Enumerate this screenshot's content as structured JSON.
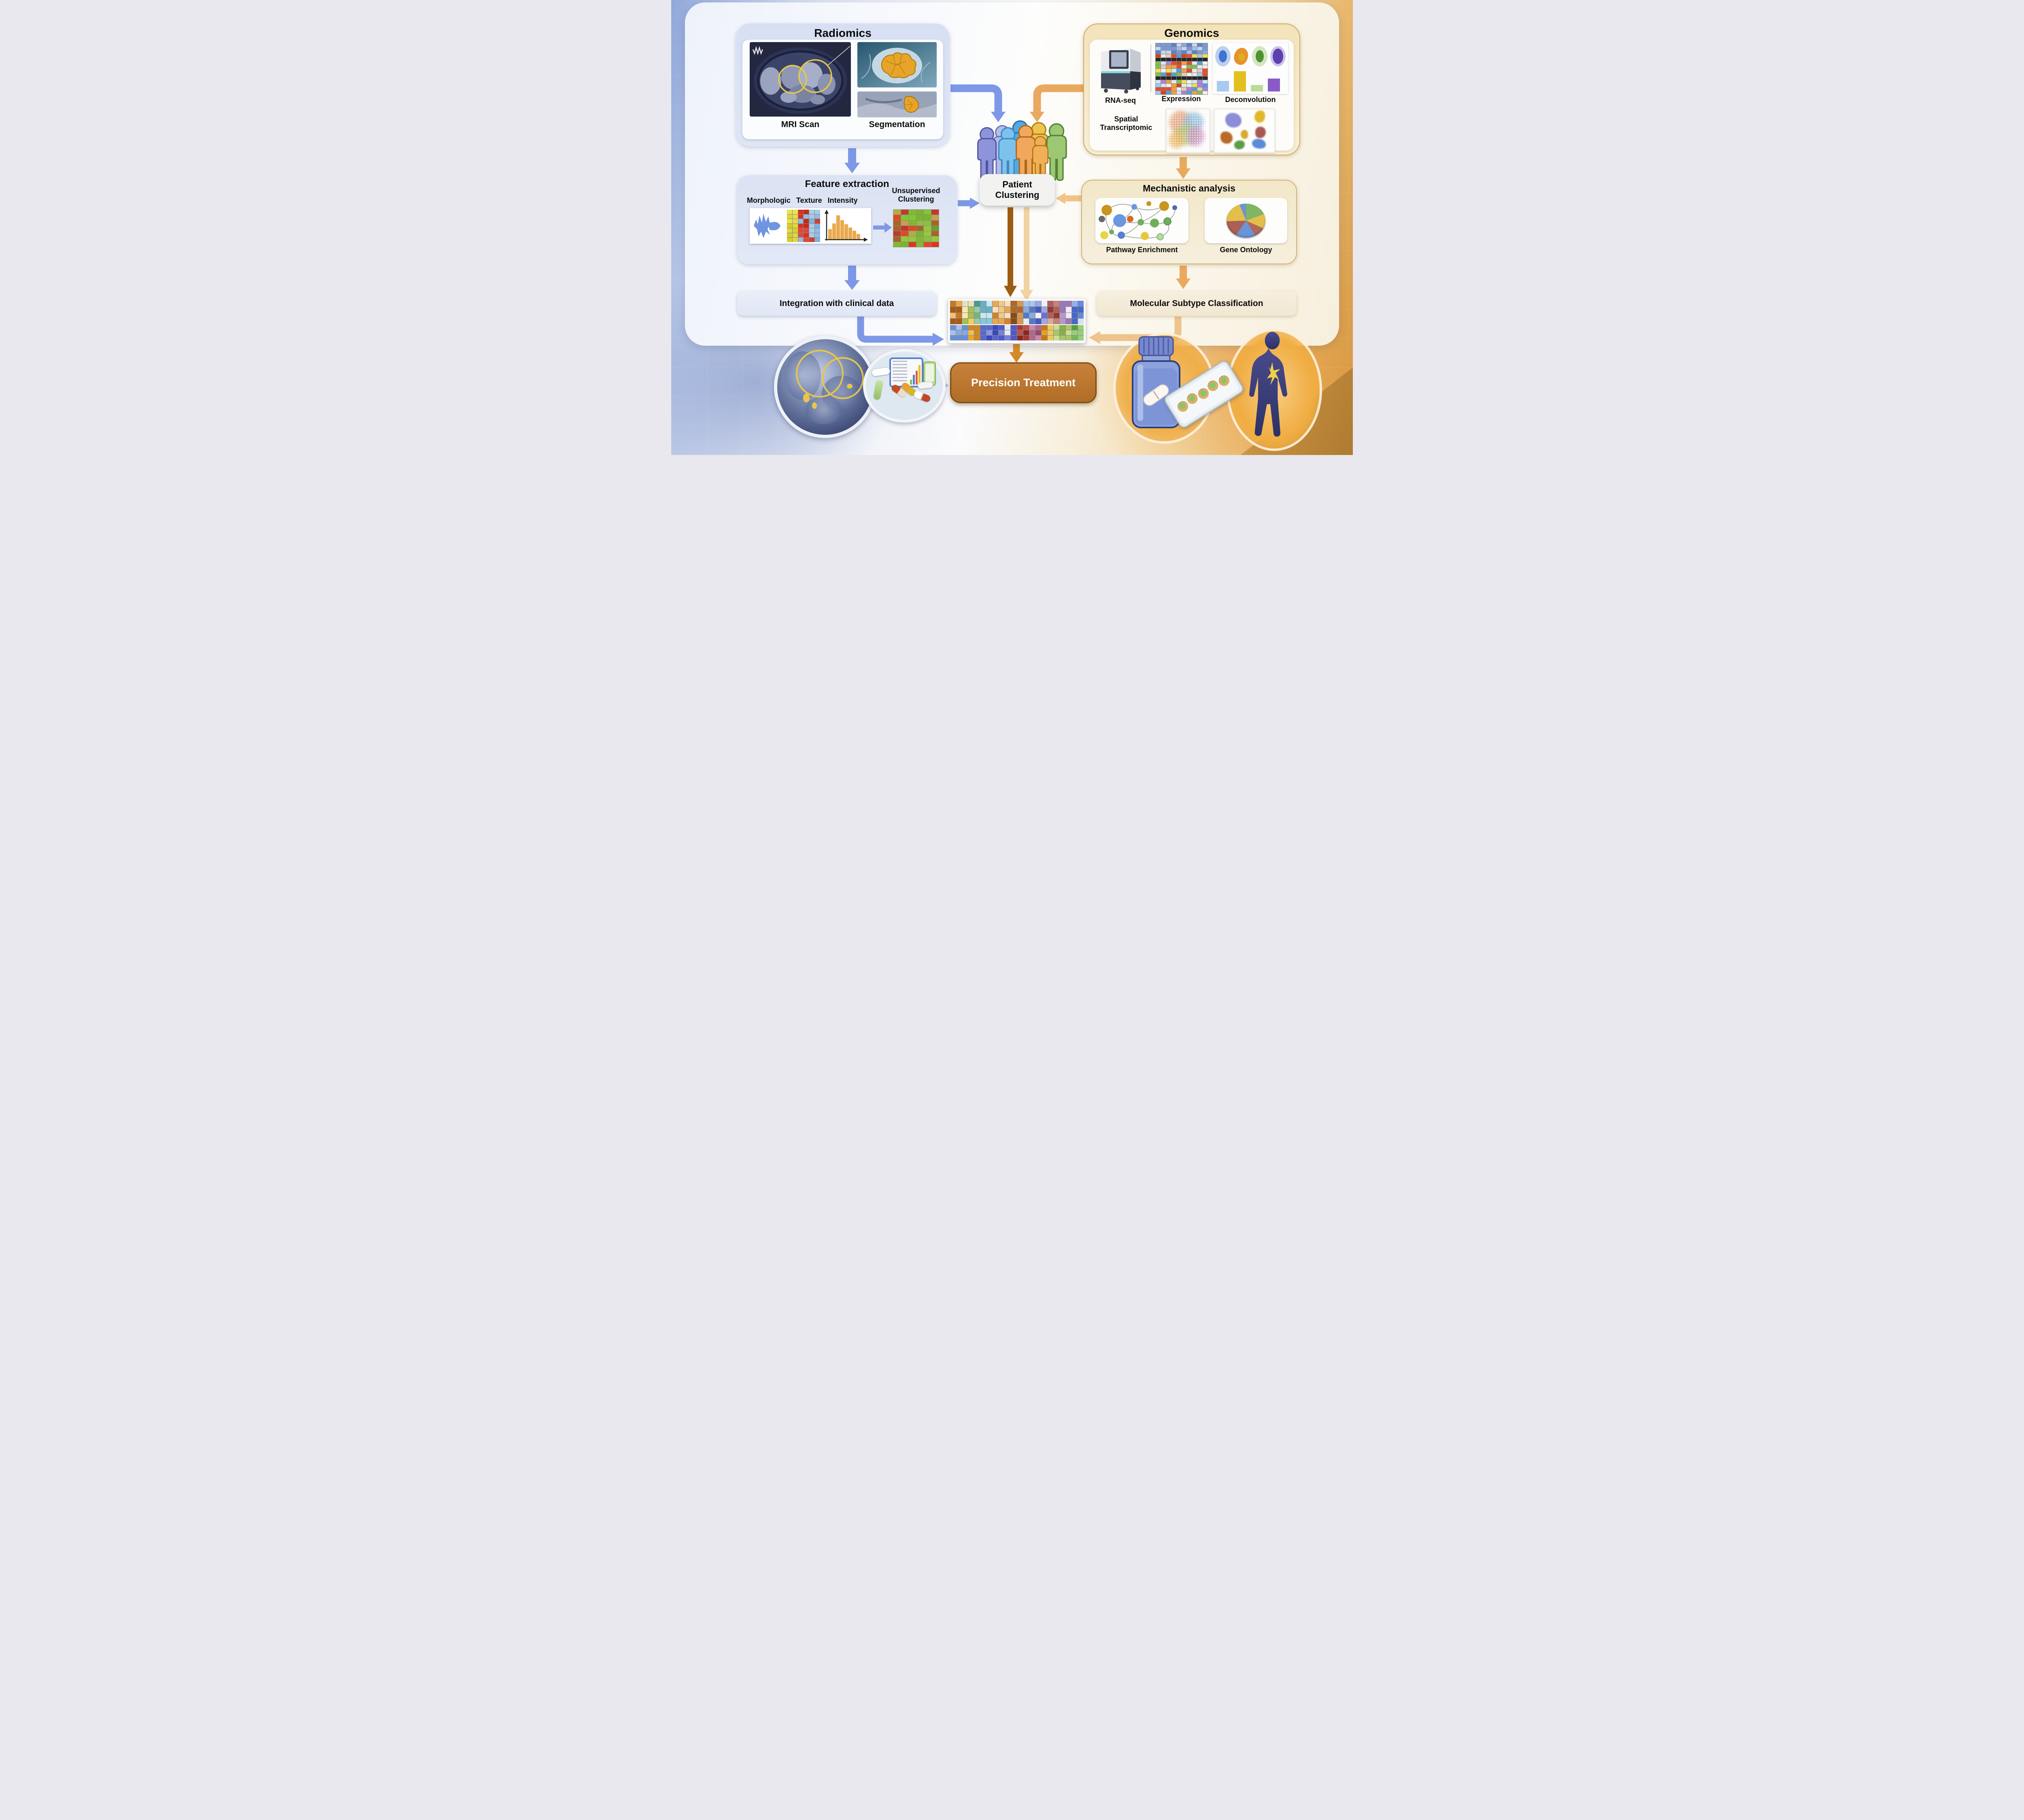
{
  "radiomics": {
    "title": "Radiomics",
    "mri_label": "MRI Scan",
    "segmentation_label": "Segmentation"
  },
  "feature_extraction": {
    "title": "Feature extraction",
    "labels": [
      "Morphologic",
      "Texture",
      "Intensity"
    ],
    "unsupervised_label": "Unsupervised Clustering"
  },
  "integration_label": "Integration with clinical data",
  "patient_clustering_label": "Patient Clustering",
  "genomics": {
    "title": "Genomics",
    "rna_seq_label": "RNA-seq",
    "expression_label": "Expression",
    "deconvolution_label": "Deconvolution",
    "spatial_label": "Spatial Transcriptomic"
  },
  "mechanistic": {
    "title": "Mechanistic analysis",
    "pathway_label": "Pathway Enrichment",
    "gene_ontology_label": "Gene Ontology"
  },
  "molecular_label": "Molecular Subtype Classification",
  "precision_label": "Precision Treatment",
  "colors": {
    "radiomics_arrow": "#7d98e6",
    "genomics_arrow": "#e9a95f",
    "genomics_arrow_light": "#f2c388",
    "center_dark_arrow": "#9c5c12",
    "center_light_arrow": "#f2d2a0",
    "precision_bg": "#bf7730",
    "radiomics_panel": "#dbe3f4",
    "genomics_panel": "#f3e8c8"
  },
  "mosaics": {
    "unsupervised": {
      "rows": 7,
      "cols": 6,
      "seed": 7,
      "palette": [
        "#7ec832",
        "#96c83c",
        "#b0b040",
        "#d83820",
        "#e04828",
        "#a86428",
        "#c8a050",
        "#84b82e",
        "#6a9e28",
        "#8cc040",
        "#c0392b",
        "#7ab430"
      ]
    },
    "texture": {
      "rows": 7,
      "cols": 6,
      "seed": 21,
      "regions": [
        {
          "to": 2,
          "palette": [
            "#e8e44e",
            "#e0d83a",
            "#d8cc30",
            "#ecd84a"
          ]
        },
        {
          "to": 4,
          "palette": [
            "#d83020",
            "#c82818",
            "#e04838",
            "#90bce8"
          ]
        },
        {
          "to": 6,
          "palette": [
            "#90bce8",
            "#a8cce8",
            "#d04030",
            "#80b0e0"
          ]
        }
      ],
      "palette": [
        "#e8e44e"
      ]
    },
    "expression": {
      "rows": 14,
      "cols": 10,
      "seed": 11,
      "headerRows": 3,
      "headerPalette": [
        "#5a82c8",
        "#7a9ad8",
        "#a8bce8",
        "#c8d4f0",
        "#8aa8e0"
      ],
      "darkRows": [
        4,
        9
      ],
      "palette": [
        "#e84a30",
        "#f0a040",
        "#f0e050",
        "#80c050",
        "#50a0d8",
        "#b080d8",
        "#f0f0f0",
        "#d0e8f8",
        "#e8e8e8",
        "#c84820",
        "#a0c8f0",
        "#e8c8b8"
      ]
    },
    "heatmap_top": {
      "rows": 4,
      "cols": 22,
      "seed": 3,
      "regions": [
        {
          "to": 2,
          "palette": [
            "#c87820",
            "#a85a18",
            "#e8a84a",
            "#f0c070"
          ]
        },
        {
          "to": 4,
          "palette": [
            "#f0d060",
            "#f8e8b0",
            "#a8c050",
            "#e8e0c0"
          ]
        },
        {
          "to": 5,
          "palette": [
            "#78b478",
            "#4a9a8a",
            "#98c8b0"
          ]
        },
        {
          "to": 7,
          "palette": [
            "#58a8b8",
            "#88c8d8",
            "#c8e8f0",
            "#68b0c8"
          ]
        },
        {
          "to": 10,
          "palette": [
            "#f0c888",
            "#e8a850",
            "#d08428",
            "#f8e0b8"
          ]
        },
        {
          "to": 12,
          "palette": [
            "#b06828",
            "#8a4a14",
            "#d89850"
          ]
        },
        {
          "to": 14,
          "palette": [
            "#88aade",
            "#5578c8",
            "#aac4ec",
            "#e8ecf8"
          ]
        },
        {
          "to": 16,
          "palette": [
            "#4858c0",
            "#6870d8",
            "#9aa8e8",
            "#f0f0f8"
          ]
        },
        {
          "to": 18,
          "palette": [
            "#b06058",
            "#c88078",
            "#983830",
            "#d8a8a0"
          ]
        },
        {
          "to": 20,
          "palette": [
            "#b898c8",
            "#9878b8",
            "#d8c8e8",
            "#f0e8f8"
          ]
        },
        {
          "to": 22,
          "palette": [
            "#6888d8",
            "#4868c8",
            "#98b0e8",
            "#d8e0f4"
          ]
        }
      ],
      "palette": [
        "#cccccc"
      ]
    },
    "heatmap_bottom": {
      "rows": 3,
      "cols": 22,
      "seed": 5,
      "regions": [
        {
          "to": 3,
          "palette": [
            "#6890d8",
            "#88a8e0",
            "#a8c0ec"
          ]
        },
        {
          "to": 5,
          "palette": [
            "#e8a830",
            "#f0c050",
            "#d08820"
          ]
        },
        {
          "to": 8,
          "palette": [
            "#3848c0",
            "#5868d0",
            "#8898e0",
            "#c8d0f0"
          ]
        },
        {
          "to": 11,
          "palette": [
            "#5058c8",
            "#7880d8",
            "#b0b8ec",
            "#e8e8f8"
          ]
        },
        {
          "to": 13,
          "palette": [
            "#a83830",
            "#c05048",
            "#8a2820"
          ]
        },
        {
          "to": 15,
          "palette": [
            "#b06890",
            "#c889a8",
            "#984868"
          ]
        },
        {
          "to": 17,
          "palette": [
            "#e8a020",
            "#f0c860",
            "#c87810"
          ]
        },
        {
          "to": 20,
          "palette": [
            "#a8c868",
            "#c8e090",
            "#88b048"
          ]
        },
        {
          "to": 22,
          "palette": [
            "#78b858",
            "#98d078",
            "#58a038"
          ]
        }
      ],
      "palette": [
        "#cccccc"
      ]
    }
  }
}
